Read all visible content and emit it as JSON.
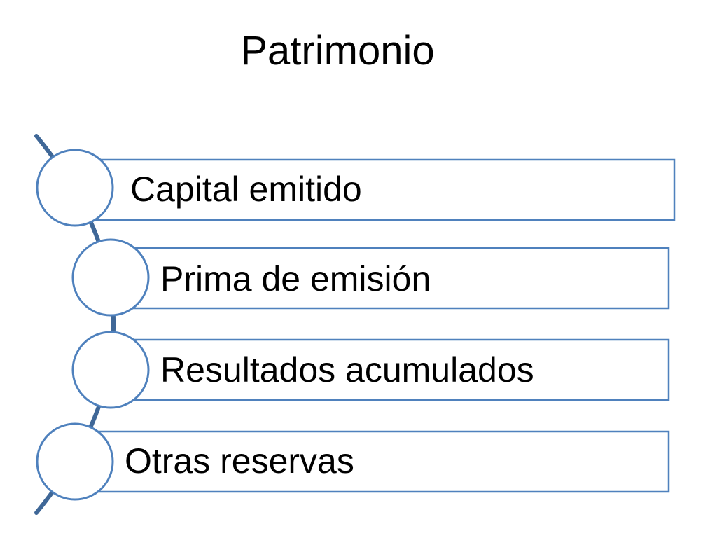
{
  "title": "Patrimonio",
  "items": [
    {
      "label": "Capital emitido"
    },
    {
      "label": "Prima de emisión"
    },
    {
      "label": "Resultados acumulados"
    },
    {
      "label": "Otras reservas"
    }
  ],
  "colors": {
    "stroke": "#4f81bd",
    "arc": "#3f6797",
    "fill": "#ffffff",
    "text": "#000000"
  }
}
